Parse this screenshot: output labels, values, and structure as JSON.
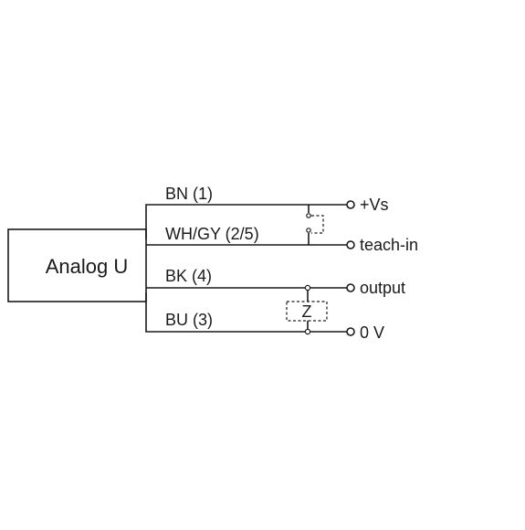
{
  "device": {
    "label": "Analog U"
  },
  "wires": [
    {
      "id": "bn",
      "name": "BN (1)",
      "terminal": "+Vs"
    },
    {
      "id": "whgy",
      "name": "WH/GY (2/5)",
      "terminal": "teach-in"
    },
    {
      "id": "bk",
      "name": "BK (4)",
      "terminal": "output"
    },
    {
      "id": "bu",
      "name": "BU (3)",
      "terminal": "0 V"
    }
  ],
  "load": {
    "label": "Z"
  },
  "colors": {
    "line": "#1a1a1a",
    "background": "#ffffff"
  }
}
